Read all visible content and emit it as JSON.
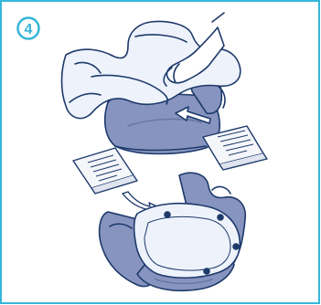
{
  "step": {
    "number": "4"
  },
  "colors": {
    "frame": "#36b6d8",
    "outline": "#1d3a6b",
    "seat_fill": "#8794bf",
    "seat_light": "#a7b2d6",
    "cover_fill": "#eef2fb",
    "card_fill": "#f4f6fa"
  },
  "illustration": {
    "panels": [
      {
        "id": "remove-cover",
        "description_icon": "booster-seat-cover-removal"
      },
      {
        "id": "insert-instructions",
        "description_icon": "booster-seat-base"
      }
    ]
  }
}
